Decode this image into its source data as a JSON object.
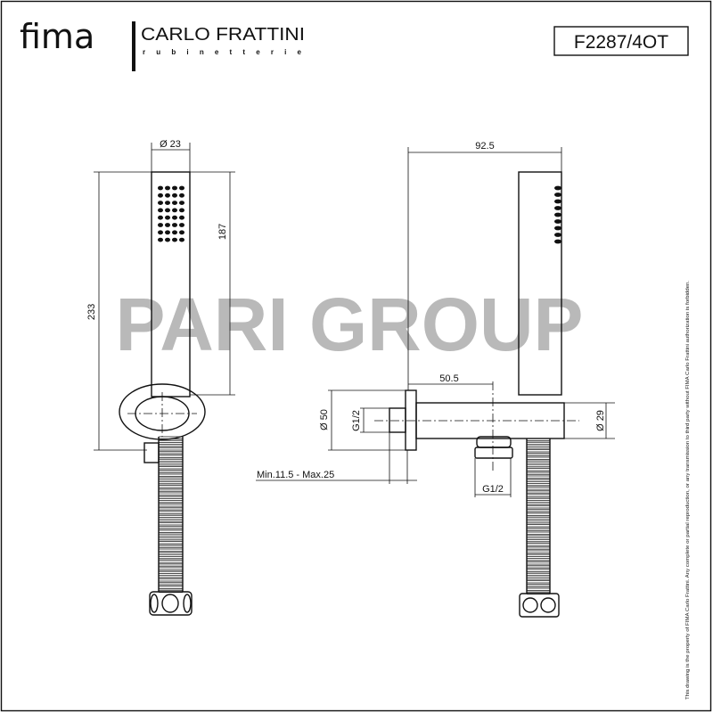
{
  "brand": {
    "logo_main": "fima",
    "logo_sub": "CARLO FRATTINI",
    "logo_tag": "rubinetterie"
  },
  "code": "F2287/4OT",
  "watermark": "PARI GROUP",
  "disclaimer": "This drawing is the property of FIMA Carlo Frattini. Any complete or partial reproduction, or any transmission to third party without FIMA Carlo Frattini authorization is forbidden.",
  "dimensions": {
    "diameter_handshower": "Ø 23",
    "total_height": "233",
    "handshower_length": "187",
    "projection": "92.5",
    "holder_offset": "50.5",
    "plate_diameter": "Ø 50",
    "inlet_thread": "G1/2",
    "pipe_diameter": "Ø 29",
    "wall_range": "Min.11.5 - Max.25",
    "outlet_thread": "G1/2"
  }
}
